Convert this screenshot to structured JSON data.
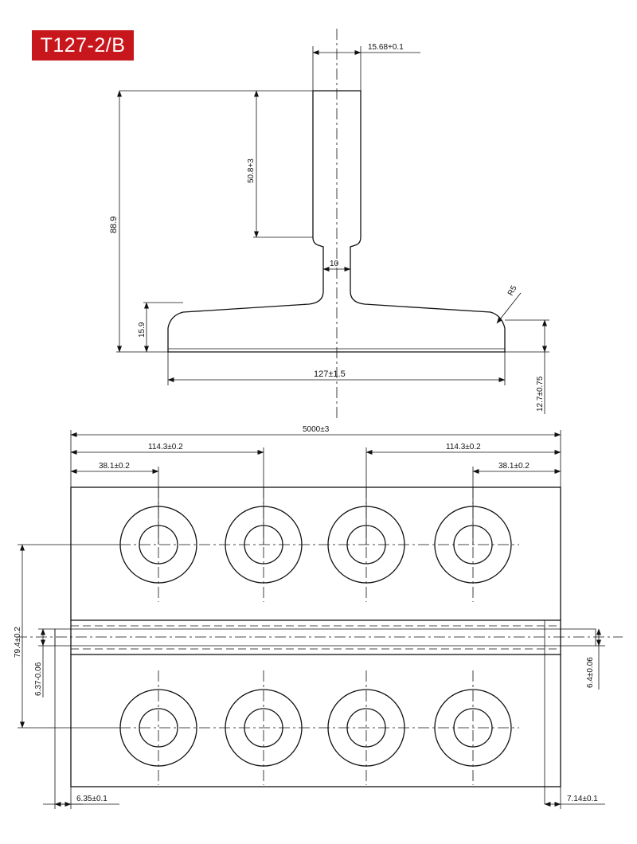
{
  "title": "T127-2/B",
  "colors": {
    "badge": "#c8161d",
    "line": "#111111",
    "background": "#ffffff"
  },
  "profile_view": {
    "dimensions": {
      "top_width": "15.68+0.1",
      "stem_length": "50.8+3",
      "total_height": "88.9",
      "neck_width": "10",
      "radius": "R5",
      "foot_height": "15.9",
      "base_width": "127±1.5",
      "base_thickness": "12.7±0.75"
    }
  },
  "plan_view": {
    "dimensions": {
      "total_length": "5000±3",
      "pitch_left": "114.3±0.2",
      "pitch_right": "114.3±0.2",
      "offset_left": "38.1±0.2",
      "offset_right": "38.1±0.2",
      "width": "79.4±0.2",
      "groove_left": "6.37-0.06",
      "groove_right": "6.4±0.06",
      "end_left": "6.35±0.1",
      "end_right": "7.14±0.1"
    },
    "hole_columns": 4,
    "hole_rows": 2
  }
}
